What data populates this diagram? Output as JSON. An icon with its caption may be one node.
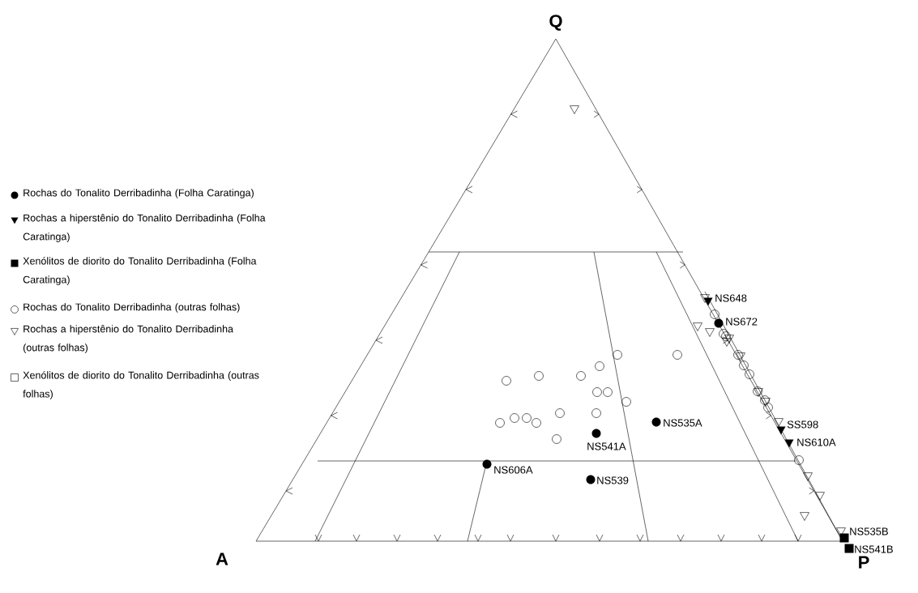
{
  "diagram": {
    "labels": [
      "Q",
      "NS648",
      "NS672",
      "NS535A",
      "SS598",
      "NS541A",
      "NS610A",
      "NS606A",
      "NS539",
      "NS535B",
      "NS541B",
      "A",
      "P"
    ],
    "legend": [
      {
        "text": "Rochas do Tonalito Derribadinha (Folha Caratinga)"
      },
      {
        "text": "Rochas a hiperstênio do Tonalito Derribadinha (Folha Caratinga)"
      },
      {
        "text": "Xenólitos de diorito do Tonalito Derribadinha (Folha Caratinga)"
      },
      {
        "text": "Rochas do Tonalito Derribadinha (outras folhas)"
      },
      {
        "text": "Rochas a hiperstênio do Tonalito Derribadinha (outras folhas)"
      },
      {
        "text": "Xenólitos de diorito do Tonalito Derribadinha (outras folhas)"
      }
    ]
  }
}
